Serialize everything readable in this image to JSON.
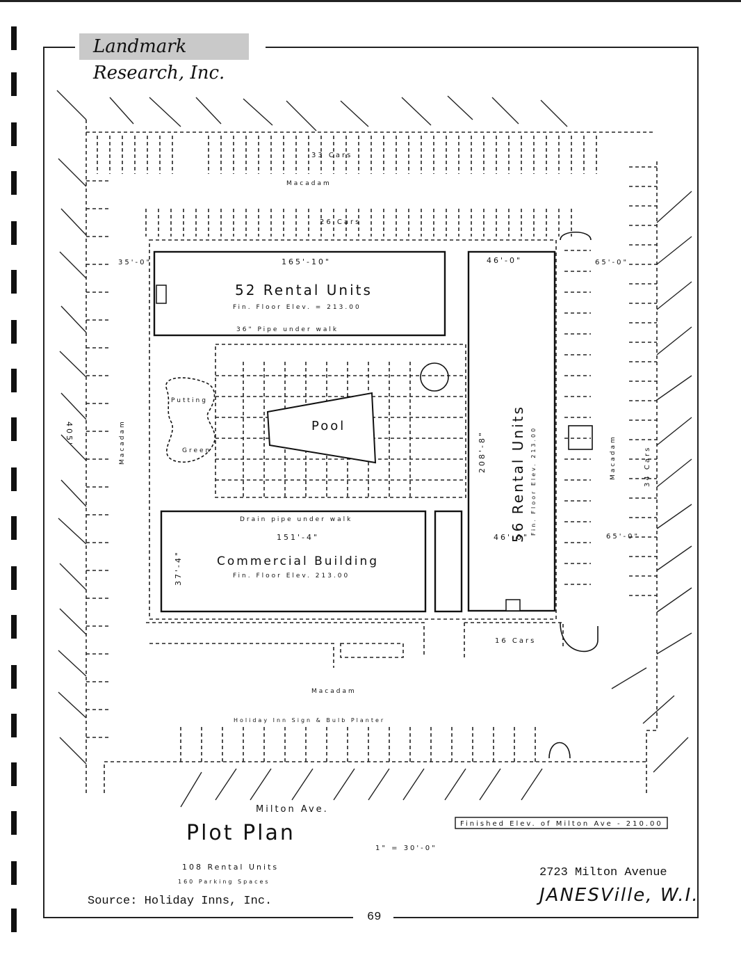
{
  "header": {
    "company": "Landmark Research, Inc."
  },
  "plan": {
    "building_a": {
      "name": "52 Rental Units",
      "width_dim": "165'-10\"",
      "elev": "Fin. Floor Elev. = 213.00",
      "note": "36\" Pipe under walk"
    },
    "building_b": {
      "name": "56 Rental Units",
      "width_dim": "46'-0\"",
      "length_dim": "208'-8\"",
      "elev": "Fin. Floor Elev. 213.00"
    },
    "building_c": {
      "name": "Commercial Building",
      "width_dim": "151'-4\"",
      "depth_dim": "37'-4\"",
      "elev": "Fin. Floor Elev. 213.00",
      "note": "Drain pipe under walk"
    },
    "pool": "Pool",
    "putting_green": {
      "label1": "Putting",
      "label2": "Green"
    },
    "parking": {
      "top": "33 Cars",
      "middle": "26 Cars",
      "right": "34 Cars",
      "lower": "16 Cars"
    },
    "macadam": "Macadam",
    "dims": {
      "left_setback": "35'-0\"",
      "right_setback": "65'-0\"",
      "width_b2": "46'-0\"",
      "left_total": "405'",
      "right_setback2": "65'-0\""
    },
    "street": "Milton Ave.",
    "street_elev": "Finished Elev. of Milton Ave - 210.00",
    "title": "Plot Plan",
    "scale": "1\" = 30'-0\"",
    "units": "108 Rental Units",
    "spaces": "160 Parking Spaces",
    "signage": "Holiday Inn Sign & Bulb Planter"
  },
  "footer": {
    "source": "Source: Holiday Inns, Inc.",
    "address": "2723 Milton Avenue",
    "city": "JANESVille, W.I.",
    "page_number": "69"
  }
}
